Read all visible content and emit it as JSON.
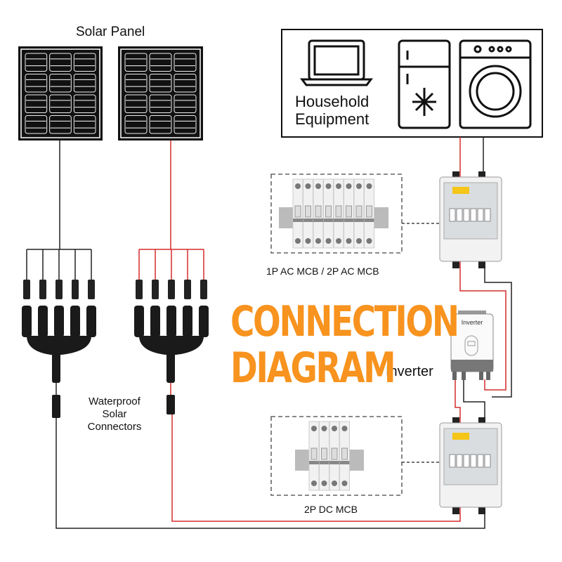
{
  "labels": {
    "solar_panel": "Solar Panel",
    "household_line1": "Household",
    "household_line2": "Equipment",
    "ac_mcb": "1P AC MCB  / 2P AC MCB",
    "dc_mcb": "2P DC MCB",
    "inverter": "Inverter",
    "inverter_device": "Inverter",
    "connectors_line1": "Waterproof",
    "connectors_line2": "Solar",
    "connectors_line3": "Connectors",
    "title_line1": "CONNECTION",
    "title_line2": "DIAGRAM"
  },
  "colors": {
    "accent": "#f7931e",
    "positive_wire": "#d62b2b",
    "negative_wire": "#222222"
  },
  "icons": [
    "solar-panel",
    "laptop",
    "refrigerator",
    "washing-machine",
    "mcb-breaker",
    "distribution-box",
    "inverter",
    "mc4-branch-connector"
  ]
}
